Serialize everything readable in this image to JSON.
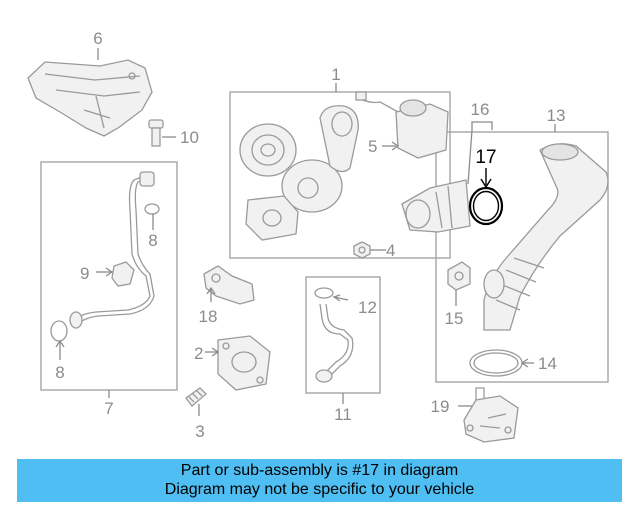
{
  "callouts": {
    "c1": "1",
    "c2": "2",
    "c3": "3",
    "c4": "4",
    "c5": "5",
    "c6": "6",
    "c7": "7",
    "c8a": "8",
    "c8b": "8",
    "c9": "9",
    "c10": "10",
    "c11": "11",
    "c12": "12",
    "c13": "13",
    "c14": "14",
    "c15": "15",
    "c16": "16",
    "c17": "17",
    "c18": "18",
    "c19": "19"
  },
  "highlight": {
    "part": "17",
    "color": "#000000"
  },
  "banner": {
    "line1": "Part or sub-assembly is #17 in diagram",
    "line2": "Diagram may not be specific to your vehicle",
    "color": "#4fbef3"
  }
}
